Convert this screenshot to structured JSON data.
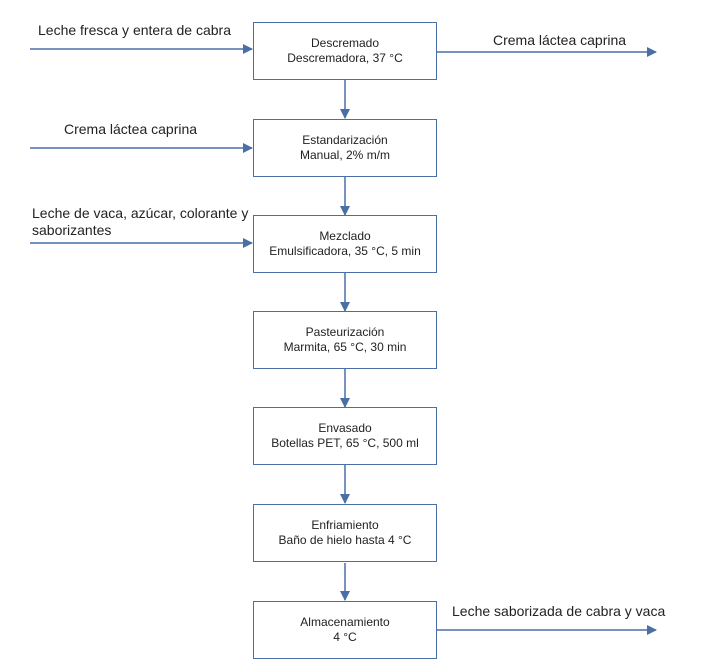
{
  "steps": [
    {
      "name": "Descremado",
      "detail": "Descremadora, 37 °C"
    },
    {
      "name": "Estandarización",
      "detail": "Manual, 2% m/m"
    },
    {
      "name": "Mezclado",
      "detail": "Emulsificadora, 35 °C, 5 min"
    },
    {
      "name": "Pasteurización",
      "detail": "Marmita, 65 °C, 30 min"
    },
    {
      "name": "Envasado",
      "detail": "Botellas PET, 65 °C, 500 ml"
    },
    {
      "name": "Enfriamiento",
      "detail": "Baño de hielo hasta  4 °C"
    },
    {
      "name": "Almacenamiento",
      "detail": "4 °C"
    }
  ],
  "inputs": {
    "leche_cabra": "Leche fresca y entera de cabra",
    "crema_in": "Crema láctea caprina",
    "mezcla_line1": "Leche de vaca, azúcar, colorante y",
    "mezcla_line2": "saborizantes"
  },
  "outputs": {
    "crema_out": "Crema láctea caprina",
    "producto": "Leche saborizada de cabra y vaca"
  },
  "colors": {
    "arrow": "#4a6fa5",
    "border": "#4a6fa5",
    "text": "#222222"
  }
}
